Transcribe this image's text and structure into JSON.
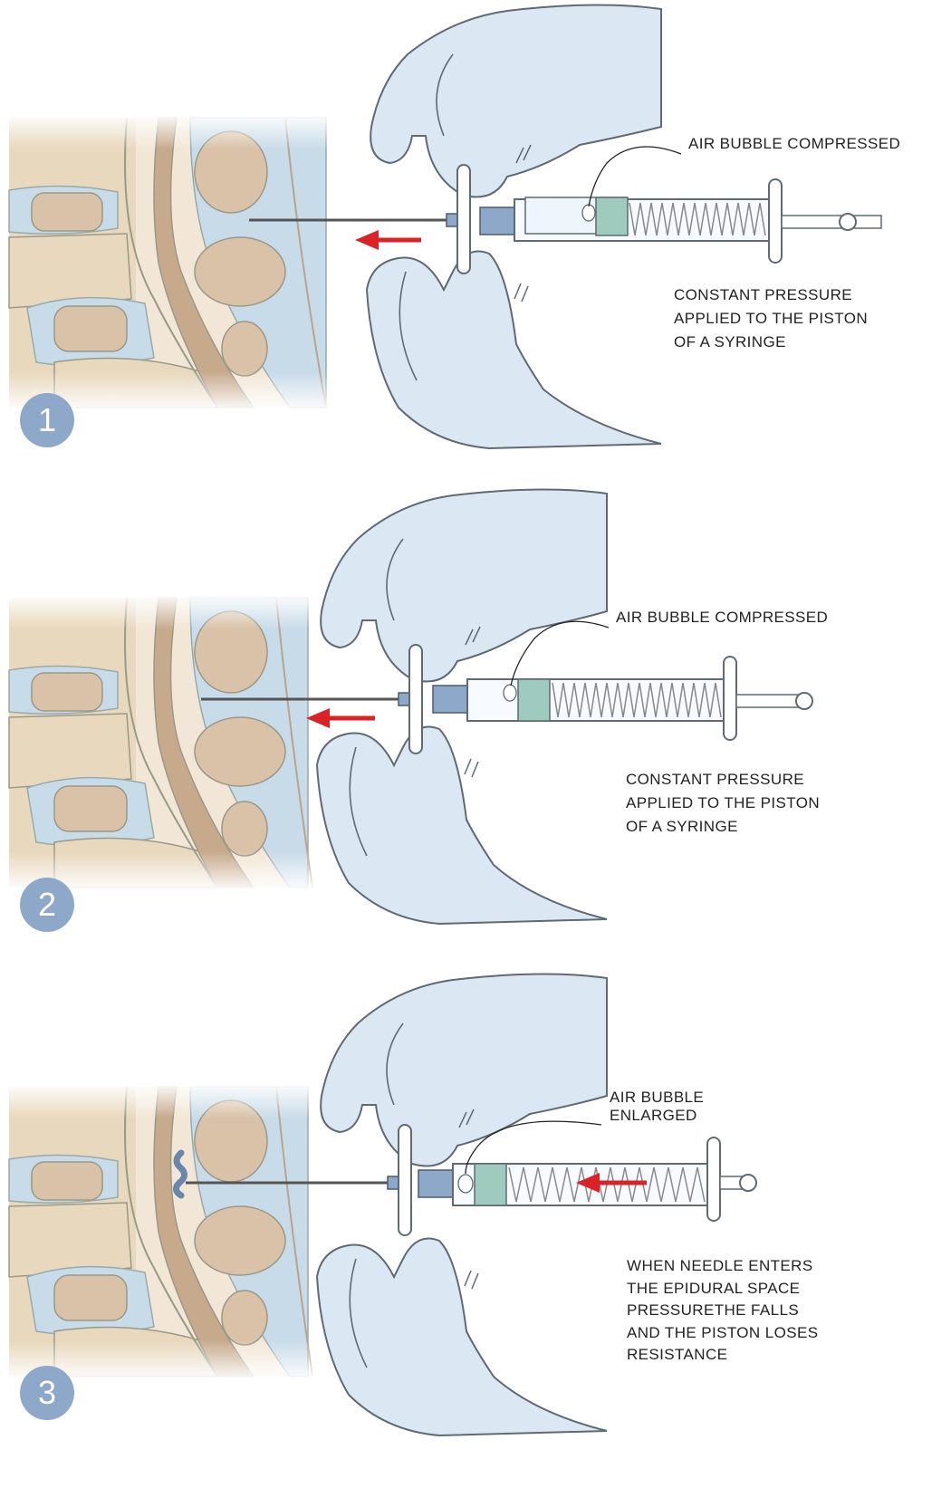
{
  "colors": {
    "glove": "#dbe8f4",
    "glove_outline": "#5f6a73",
    "bone": "#e8d8bd",
    "disc": "#c8dbe8",
    "vertebra": "#d9c2a8",
    "epidural": "#c8dbe8",
    "syringe_hub": "#8ea8c9",
    "fluid": "#9fcbbf",
    "arrow": "#d92327",
    "badge": "#8ea8c9"
  },
  "steps": [
    {
      "number": "1",
      "callout": "AIR BUBBLE COMPRESSED",
      "notes": [
        "CONSTANT PRESSURE",
        "APPLIED TO THE PISTON",
        "OF A SYRINGE"
      ]
    },
    {
      "number": "2",
      "callout": "AIR BUBBLE COMPRESSED",
      "notes": [
        "CONSTANT PRESSURE",
        "APPLIED TO THE PISTON",
        "OF A SYRINGE"
      ]
    },
    {
      "number": "3",
      "callout_lines": [
        "AIR BUBBLE",
        "ENLARGED"
      ],
      "notes": [
        "WHEN NEEDLE ENTERS",
        "THE EPIDURAL SPACE",
        "PRESSURETHE FALLS",
        "AND THE PISTON LOSES",
        "RESISTANCE"
      ]
    }
  ]
}
